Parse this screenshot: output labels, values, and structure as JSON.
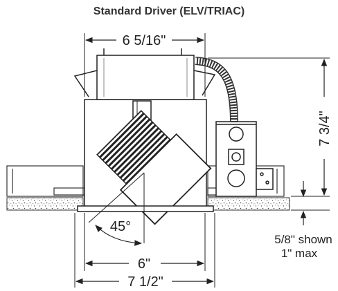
{
  "title": "Standard Driver (ELV/TRIAC)",
  "dimensions": {
    "top_width": "6 5/16\"",
    "height": "7 3/4\"",
    "tilt_angle": "45°",
    "aperture_width": "6\"",
    "cutout_width": "7 1/2\"",
    "ceiling_shown": "5/8\" shown",
    "ceiling_max": "1\" max"
  }
}
